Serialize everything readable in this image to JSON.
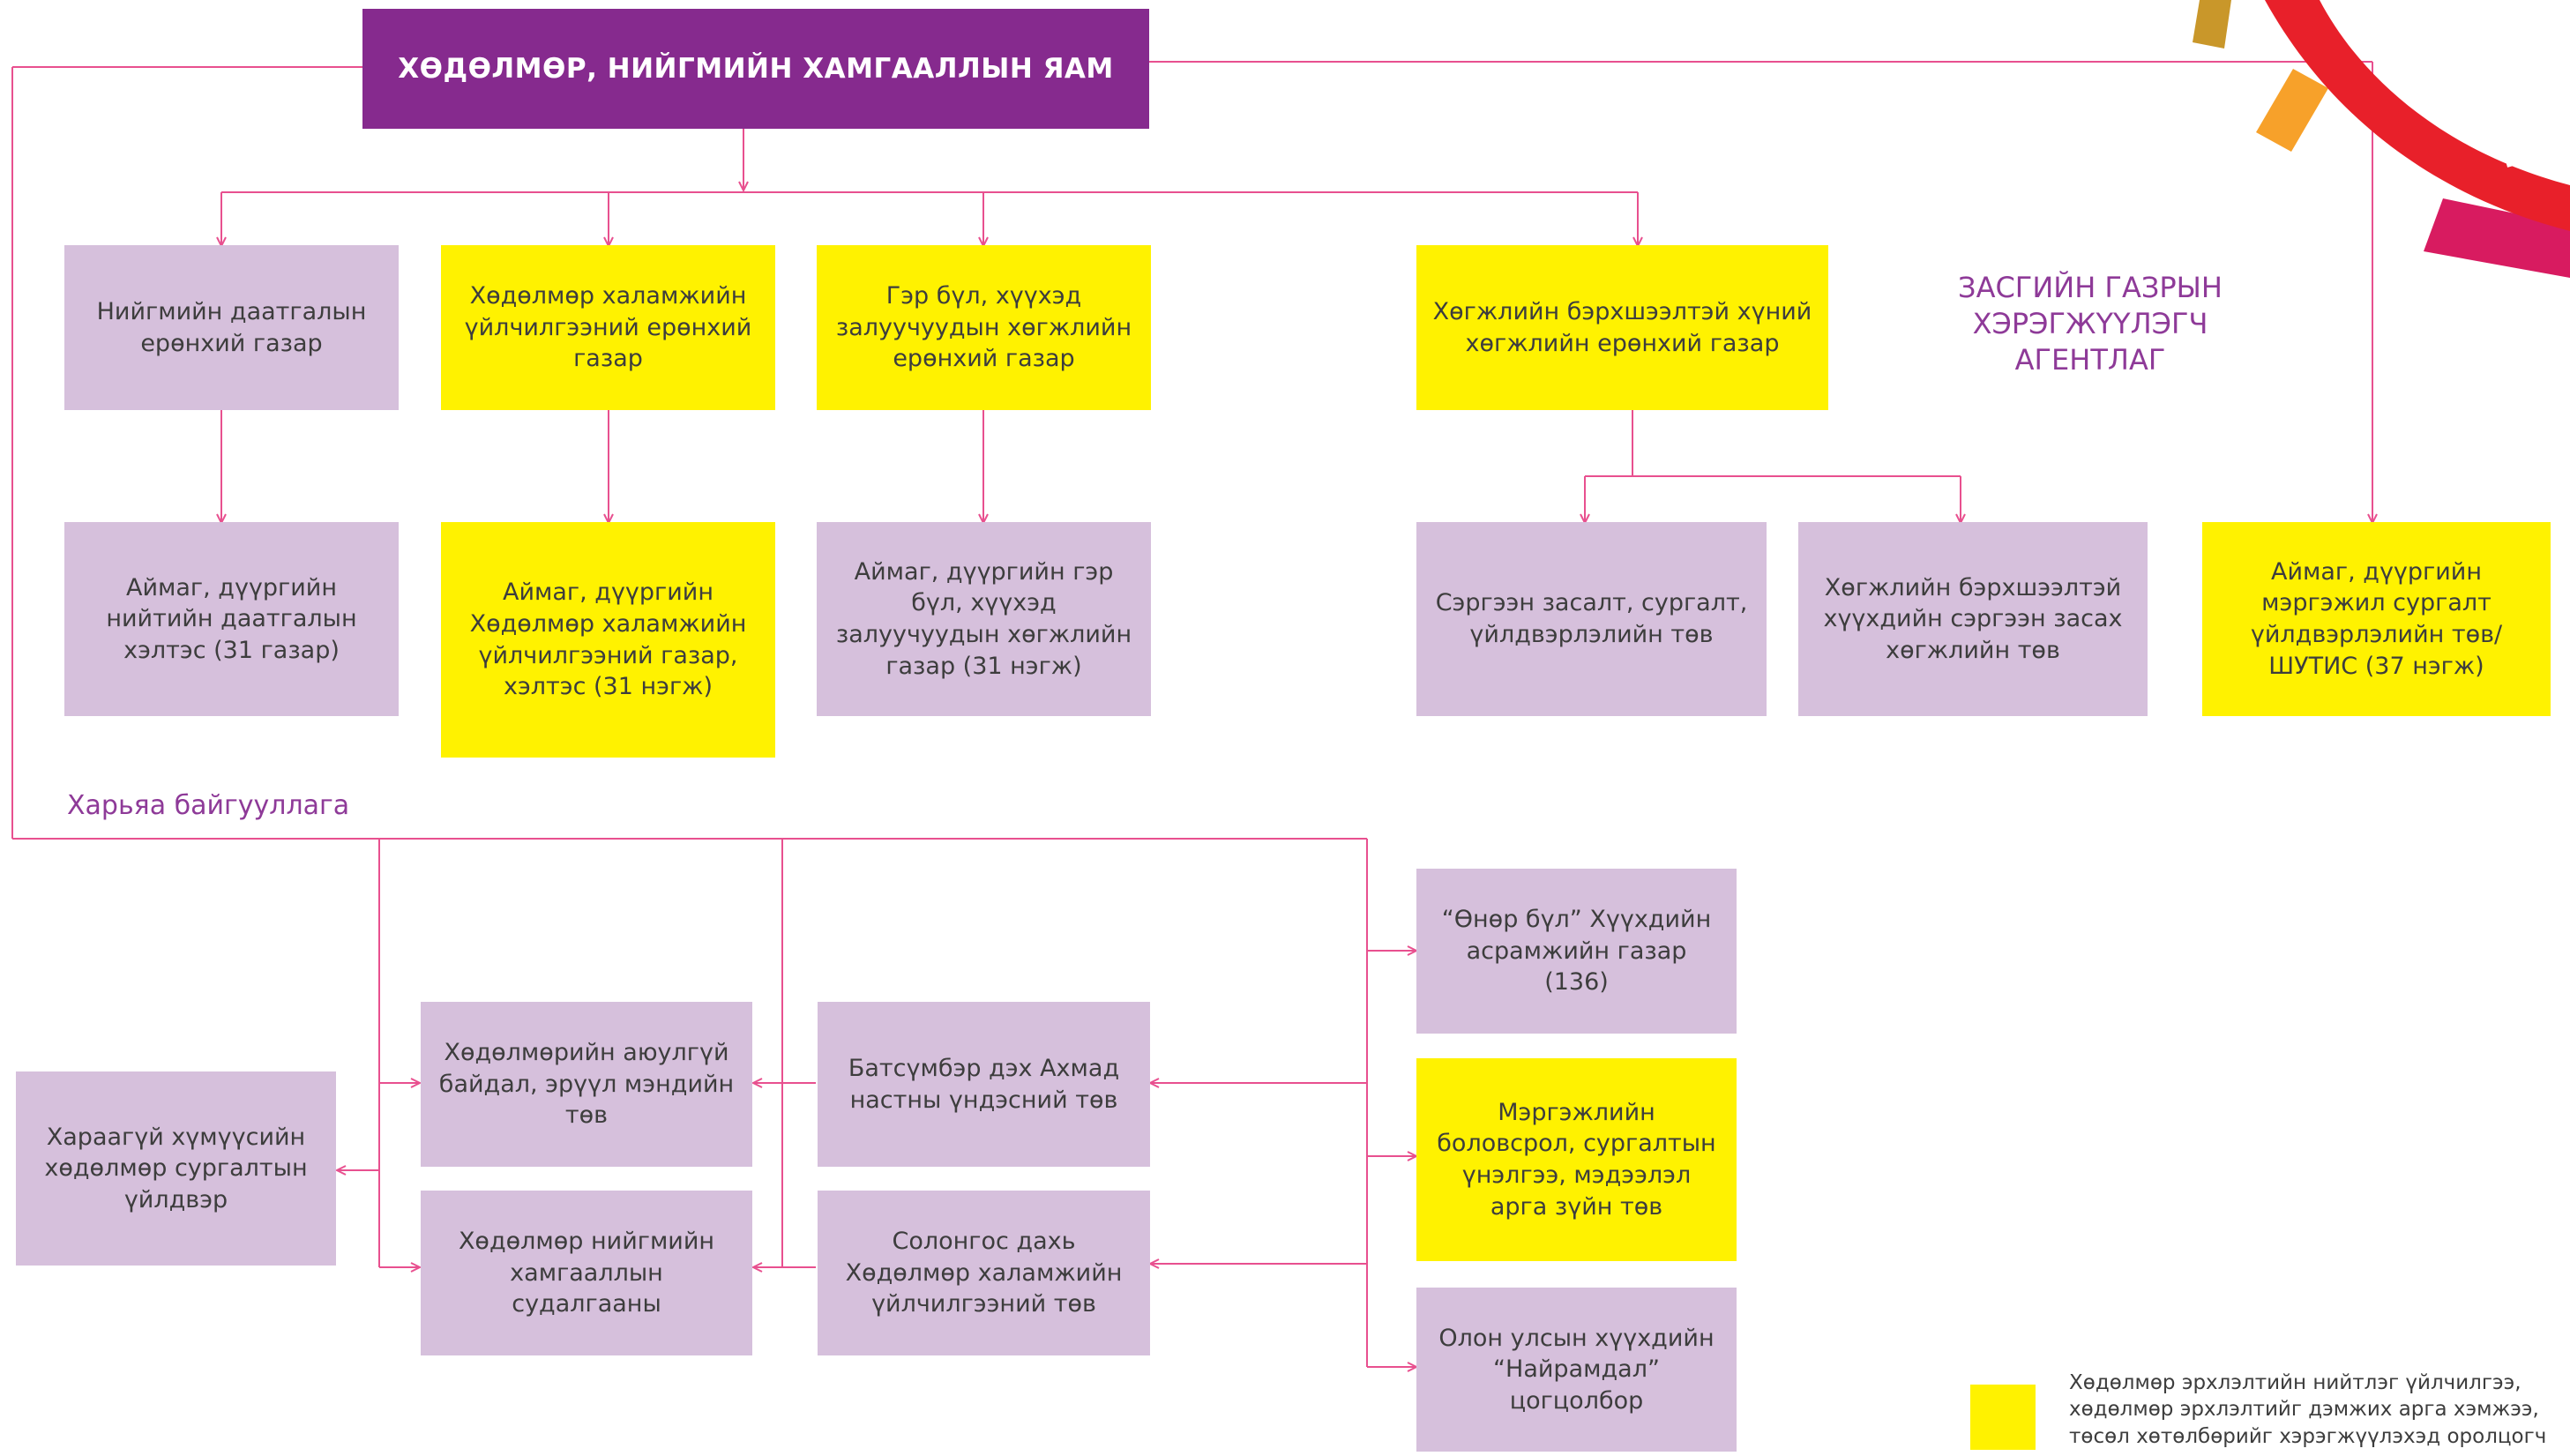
{
  "ministry": {
    "title": "ХӨДӨЛМӨР, НИЙГМИЙН ХАМГААЛЛЫН ЯАМ"
  },
  "agency_label": "ЗАСГИЙН ГАЗРЫН ХЭРЭГЖҮҮЛЭГЧ АГЕНТЛАГ",
  "subordinate_label": "Харьяа байгууллага",
  "agencies": [
    "Нийгмийн даатгалын ерөнхий газар",
    "Хөдөлмөр халамжийн үйлчилгээний ерөнхий газар",
    "Гэр бүл, хүүхэд залуучуудын хөгжлийн ерөнхий газар",
    "Хөгжлийн бэрхшээлтэй хүний хөгжлийн ерөнхий газар"
  ],
  "local_units": [
    "Аймаг, дүүргийн нийтийн даатгалын хэлтэс (31 газар)",
    "Аймаг, дүүргийн Хөдөлмөр халамжийн үйлчилгээний газар, хэлтэс (31 нэгж)",
    "Аймаг, дүүргийн гэр бүл, хүүхэд залуучуудын хөгжлийн газар (31 нэгж)",
    "Сэргээн засалт, сургалт, үйлдвэрлэлийн төв",
    "Хөгжлийн бэрхшээлтэй хүүхдийн сэргээн засах хөгжлийн төв",
    "Аймаг, дүүргийн мэргэжил сургалт үйлдвэрлэлийн төв/ ШУТИС (37 нэгж)"
  ],
  "subordinates": [
    "Хараагүй хүмүүсийн хөдөлмөр сургалтын үйлдвэр",
    "Хөдөлмөрийн аюулгүй байдал, эрүүл мэндийн төв",
    "Хөдөлмөр нийгмийн хамгааллын судалгааны",
    "Батсүмбэр дэх Ахмад настны үндэсний төв",
    "Солонгос дахь Хөдөлмөр халамжийн үйлчилгээний төв",
    "“Өнөр бүл” Хүүхдийн асрамжийн газар (136)",
    "Мэргэжлийн боловсрол, сургалтын үнэлгээ, мэдээлэл арга зүйн төв",
    "Олон улсын хүүхдийн “Найрамдал” цогцолбор"
  ],
  "legend": {
    "text": "Хөдөлмөр эрхлэлтийн нийтлэг үйлчилгээ, хөдөлмөр эрхлэлтийг дэмжих арга хэмжээ, төсөл хөтөлбөрийг хэрэгжүүлэхэд оролцогч"
  },
  "colors": {
    "ministry": "#862a8e",
    "lavender": "#d6c0dc",
    "yellow": "#fff200",
    "connector": "#e8508f",
    "ornament_red": "#e8202a",
    "ornament_orange": "#f7a12a",
    "ornament_gold": "#c9972a",
    "ornament_magenta": "#d81b60"
  }
}
